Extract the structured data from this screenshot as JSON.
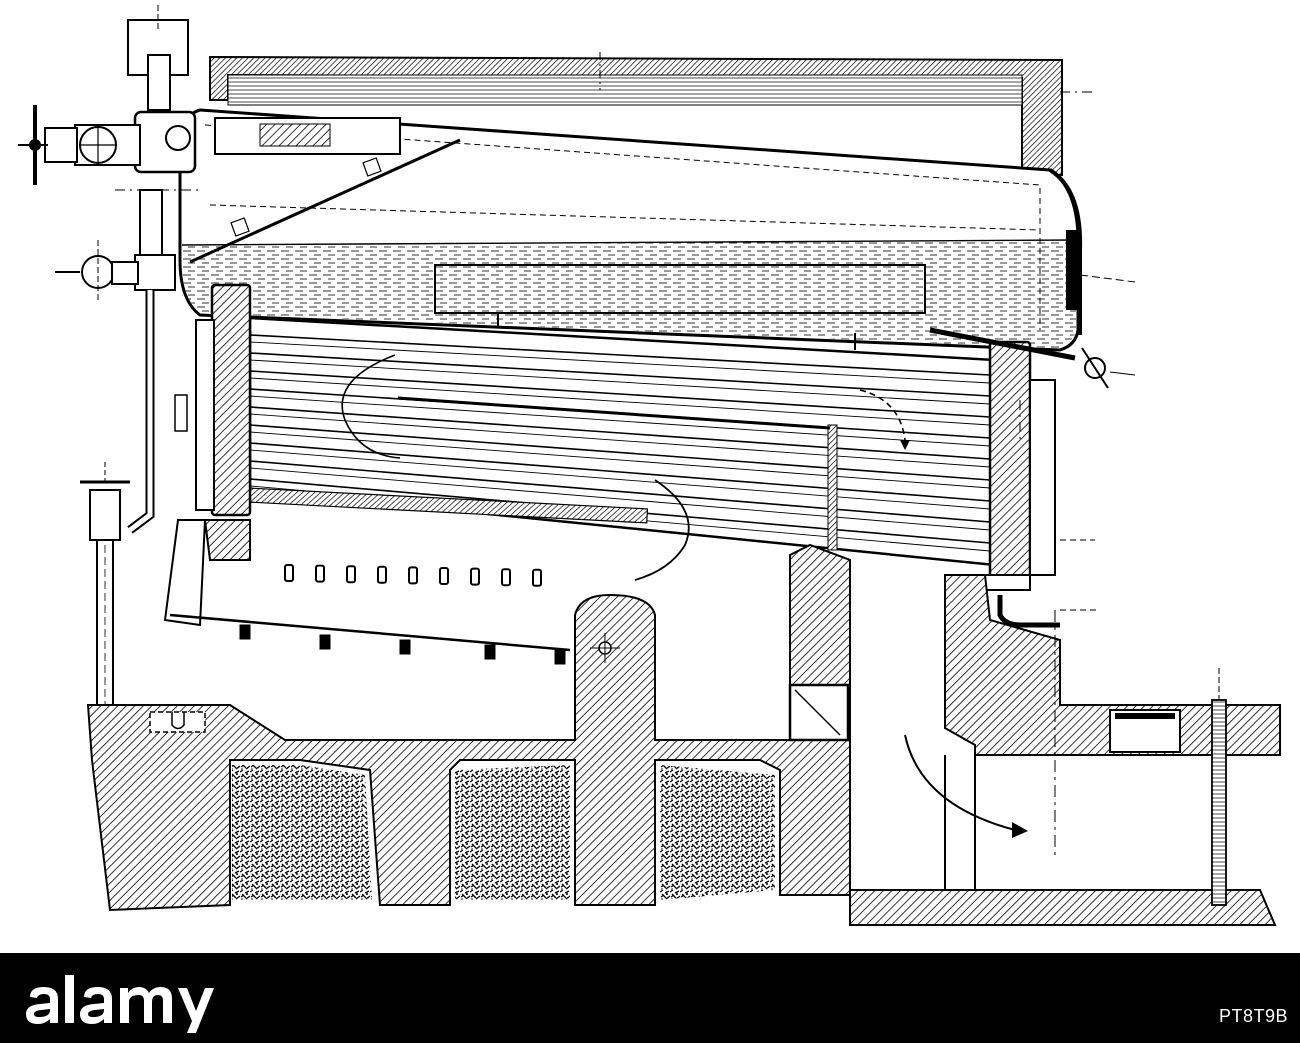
{
  "figure": {
    "subject": "boiler-cross-section-engraving",
    "ink_color": "#000000",
    "paper_color": "#ffffff"
  },
  "watermark": {
    "logo_text": "alamy",
    "stock_id": "PT8T9B",
    "bar_color": "#000000",
    "text_color": "#ffffff"
  }
}
